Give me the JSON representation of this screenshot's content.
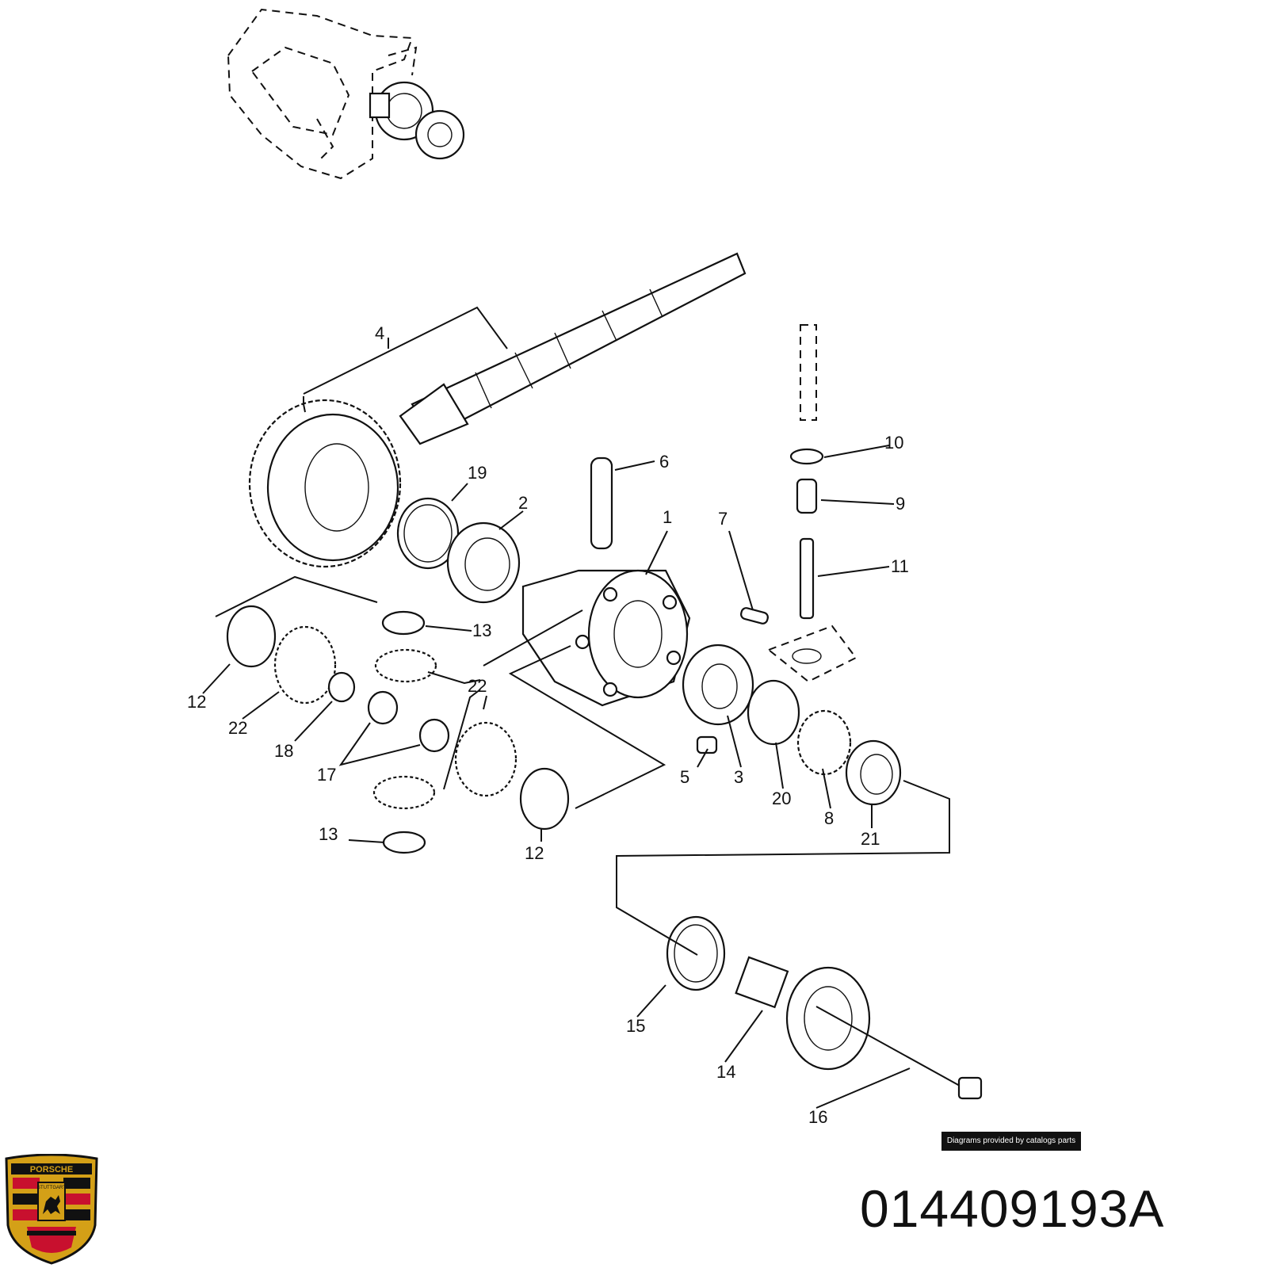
{
  "callouts": [
    {
      "id": "4",
      "text": "4"
    },
    {
      "id": "6",
      "text": "6"
    },
    {
      "id": "19",
      "text": "19"
    },
    {
      "id": "2",
      "text": "2"
    },
    {
      "id": "1",
      "text": "1"
    },
    {
      "id": "7",
      "text": "7"
    },
    {
      "id": "10",
      "text": "10"
    },
    {
      "id": "9",
      "text": "9"
    },
    {
      "id": "11",
      "text": "11"
    },
    {
      "id": "13a",
      "text": "13"
    },
    {
      "id": "22a",
      "text": "22"
    },
    {
      "id": "12a",
      "text": "12"
    },
    {
      "id": "22b",
      "text": "22"
    },
    {
      "id": "18",
      "text": "18"
    },
    {
      "id": "17",
      "text": "17"
    },
    {
      "id": "13b",
      "text": "13"
    },
    {
      "id": "12b",
      "text": "12"
    },
    {
      "id": "5",
      "text": "5"
    },
    {
      "id": "3",
      "text": "3"
    },
    {
      "id": "20",
      "text": "20"
    },
    {
      "id": "8",
      "text": "8"
    },
    {
      "id": "21",
      "text": "21"
    },
    {
      "id": "15",
      "text": "15"
    },
    {
      "id": "14",
      "text": "14"
    },
    {
      "id": "16",
      "text": "16"
    }
  ],
  "credit": "Diagrams provided by catalogs parts",
  "part_number": "014409193A",
  "logo": {
    "icon": "porsche-crest-icon",
    "wordmark": "PORSCHE",
    "city": "STUTTGART",
    "colors": {
      "gold": "#d4a017",
      "red": "#c8102e",
      "black": "#111111"
    }
  }
}
